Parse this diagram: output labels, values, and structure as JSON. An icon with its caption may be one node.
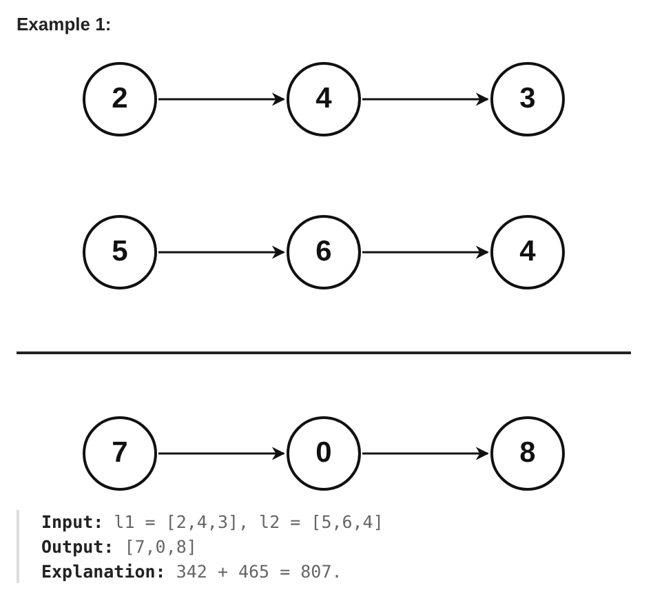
{
  "diagram": {
    "title": "Example 1:",
    "nodes": [
      {
        "text": [
          "2"
        ]
      },
      {
        "text": [
          "4"
        ]
      },
      {
        "text": [
          "3"
        ]
      },
      {
        "text": [
          "5"
        ]
      },
      {
        "text": [
          "6"
        ]
      },
      {
        "text": [
          "4"
        ]
      },
      {
        "text": [
          "7"
        ]
      },
      {
        "text": [
          "0"
        ]
      },
      {
        "text": [
          "8"
        ]
      }
    ],
    "edges": [
      {
        "from": 0,
        "to": 1,
        "arrow": "to"
      },
      {
        "from": 1,
        "to": 2,
        "arrow": "to"
      },
      {
        "from": 3,
        "to": 4,
        "arrow": "to"
      },
      {
        "from": 4,
        "to": 5,
        "arrow": "to"
      },
      {
        "from": 6,
        "to": 7,
        "arrow": "to"
      },
      {
        "from": 7,
        "to": 8,
        "arrow": "to"
      }
    ],
    "labels": [
      "**Input:** l1 = [2,4,3], l2 = [5,6,4]",
      "**Output:** [7,0,8]",
      "**Explanation:** 342 + 465 = 807."
    ]
  }
}
